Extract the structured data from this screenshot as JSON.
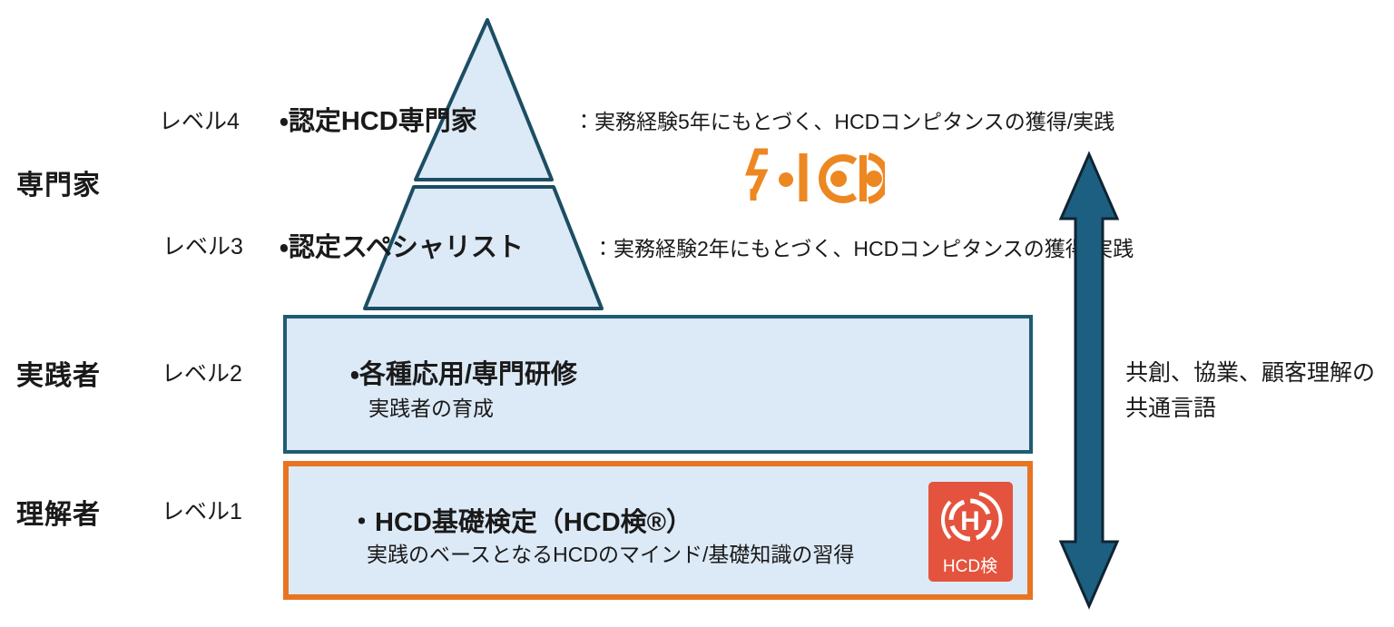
{
  "title": "HCD certification level pyramid diagram",
  "colors": {
    "pyramid_fill": "#dce9f6",
    "pyramid_border": "#1c4e63",
    "box2_border": "#1f5c73",
    "box1_border": "#e87422",
    "arrow_fill": "#1d5f80",
    "arrow_outline": "#0f2433",
    "logo_orange": "#ed8722",
    "badge_red": "#e4533d",
    "text_black": "#1a1a1a"
  },
  "roles": [
    {
      "label": "専門家"
    },
    {
      "label": "実践者"
    },
    {
      "label": "理解者"
    }
  ],
  "levels": [
    {
      "level": "レベル4",
      "title": "・認定HCD専門家",
      "desc": "：実務経験5年にもとづく、HCDコンピタンスの獲得/実践"
    },
    {
      "level": "レベル3",
      "title": "・認定スペシャリスト",
      "desc": "：実務経験2年にもとづく、HCDコンピタンスの獲得/実践"
    },
    {
      "level": "レベル2",
      "title": "・各種応用/専門研修",
      "subtitle": "実践者の育成"
    },
    {
      "level": "レベル1",
      "title": "・HCD基礎検定（HCD検®）",
      "subtitle": "実践のベースとなるHCDのマインド/基礎知識の習得"
    }
  ],
  "arrow_note": {
    "line1": "共創、協業、顧客理解の",
    "line2": "共通言語"
  },
  "badge": {
    "letter": "H",
    "label": "HCD検"
  }
}
